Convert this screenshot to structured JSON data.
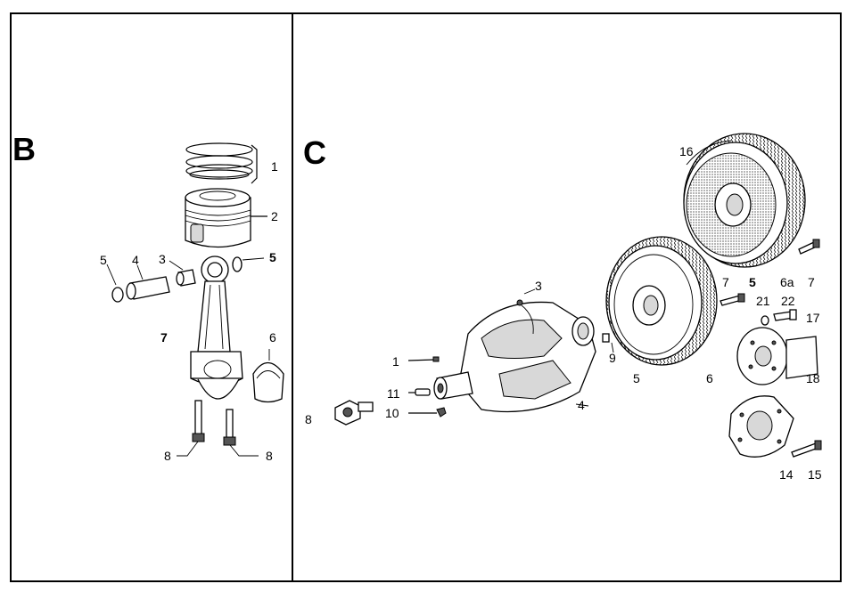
{
  "panels": {
    "B": {
      "title": "B",
      "labels": {
        "l1": "1",
        "l2": "2",
        "l3": "3",
        "l4": "4",
        "l5a": "5",
        "l5b": "5",
        "l6": "6",
        "l7": "7",
        "l8a": "8",
        "l8b": "8"
      }
    },
    "C": {
      "title": "C",
      "labels": {
        "l1": "1",
        "l3": "3",
        "l4": "4",
        "l5a": "5",
        "l5b": "5",
        "l6": "6",
        "l6a": "6a",
        "l7a": "7",
        "l7b": "7",
        "l8": "8",
        "l9": "9",
        "l10": "10",
        "l11": "11",
        "l14": "14",
        "l15": "15",
        "l16": "16",
        "l17": "17",
        "l18": "18",
        "l21": "21",
        "l22": "22"
      }
    }
  }
}
